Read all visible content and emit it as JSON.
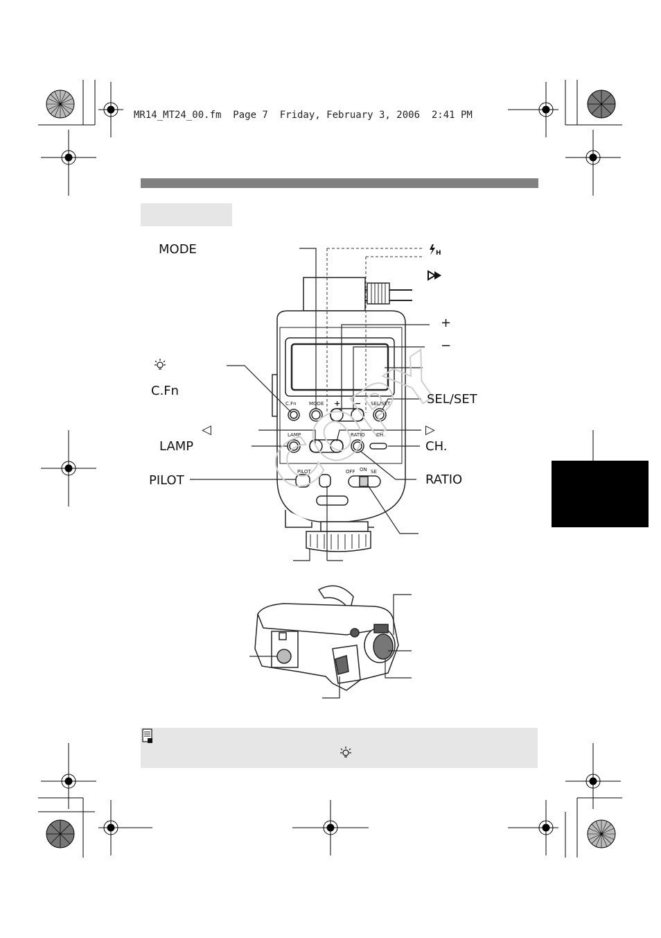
{
  "header": {
    "running_text": "MR14_MT24_00.fm  Page 7  Friday, February 3, 2006  2:41 PM"
  },
  "callouts": {
    "mode": "MODE",
    "cfn": "C.Fn",
    "lamp": "LAMP",
    "pilot": "PILOT",
    "sel_set": "SEL/SET",
    "ch": "CH.",
    "ratio": "RATIO",
    "plus": "+",
    "minus": "−",
    "left_arrow": "◁",
    "right_arrow": "▷"
  },
  "panel_labels": {
    "cfn": "C.Fn",
    "mode": "MODE",
    "plus": "+",
    "minus": "−",
    "sel_set": "SEL/SET",
    "lamp": "LAMP",
    "ratio": "RATIO",
    "ch": "CH.",
    "pilot": "PILOT",
    "off": "OFF",
    "on": "ON",
    "se": "SE"
  },
  "icons": {
    "flash_h": "high-speed-sync-icon",
    "fast_forward": "fast-forward-icon",
    "lamp_symbol": "lamp-icon",
    "note": "memo-icon"
  },
  "watermark": "COPY",
  "colors": {
    "title_bar": "#808080",
    "section_tab": "#e6e6e6",
    "chapter_tab": "#000000",
    "note_bg": "#e6e6e6"
  }
}
